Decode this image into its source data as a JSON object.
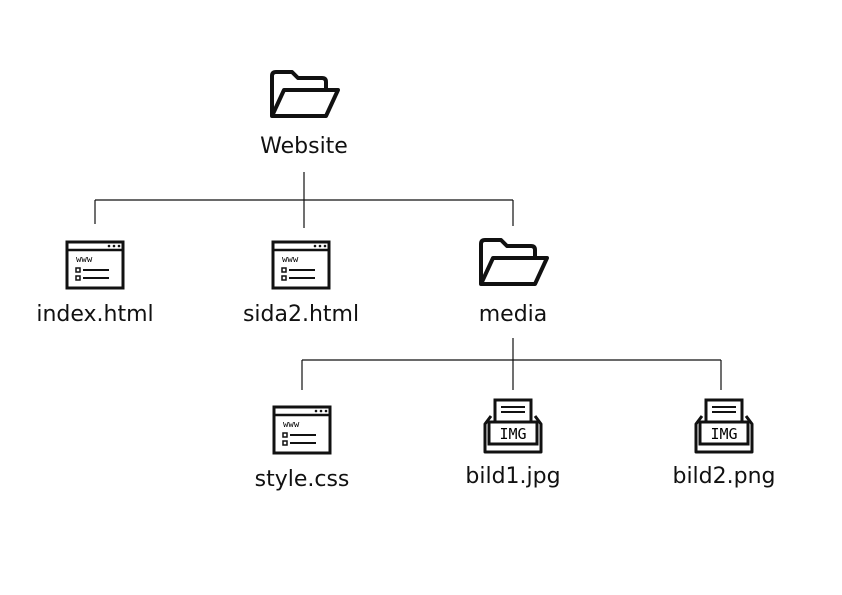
{
  "root": {
    "label": "Website",
    "icon": "folder-icon"
  },
  "children": [
    {
      "label": "index.html",
      "icon": "webpage-icon",
      "icon_text": "www"
    },
    {
      "label": "sida2.html",
      "icon": "webpage-icon",
      "icon_text": "www"
    },
    {
      "label": "media",
      "icon": "folder-icon"
    }
  ],
  "media_children": [
    {
      "label": "style.css",
      "icon": "webpage-icon",
      "icon_text": "www"
    },
    {
      "label": "bild1.jpg",
      "icon": "image-file-icon",
      "icon_text": "IMG"
    },
    {
      "label": "bild2.png",
      "icon": "image-file-icon",
      "icon_text": "IMG"
    }
  ],
  "colors": {
    "stroke": "#111111",
    "background": "#ffffff"
  }
}
